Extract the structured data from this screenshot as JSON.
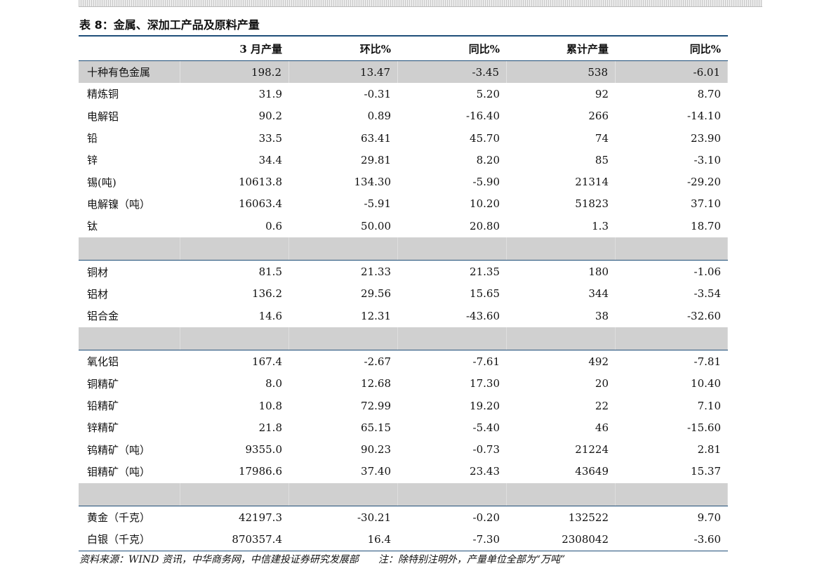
{
  "title": "表 8：金属、深加工产品及原料产量",
  "columns": [
    "",
    "3 月产量",
    "环比%",
    "同比%",
    "累计产量",
    "同比%"
  ],
  "sections": [
    {
      "rows": [
        {
          "name": "十种有色金属",
          "values": [
            "198.2",
            "13.47",
            "-3.45",
            "538",
            "-6.01"
          ],
          "shaded": true
        },
        {
          "name": "精炼铜",
          "values": [
            "31.9",
            "-0.31",
            "5.20",
            "92",
            "8.70"
          ]
        },
        {
          "name": "电解铝",
          "values": [
            "90.2",
            "0.89",
            "-16.40",
            "266",
            "-14.10"
          ]
        },
        {
          "name": "铅",
          "values": [
            "33.5",
            "63.41",
            "45.70",
            "74",
            "23.90"
          ]
        },
        {
          "name": "锌",
          "values": [
            "34.4",
            "29.81",
            "8.20",
            "85",
            "-3.10"
          ]
        },
        {
          "name": "锡(吨)",
          "values": [
            "10613.8",
            "134.30",
            "-5.90",
            "21314",
            "-29.20"
          ]
        },
        {
          "name": "电解镍（吨）",
          "values": [
            "16063.4",
            "-5.91",
            "10.20",
            "51823",
            "37.10"
          ]
        },
        {
          "name": "钛",
          "values": [
            "0.6",
            "50.00",
            "20.80",
            "1.3",
            "18.70"
          ]
        }
      ]
    },
    {
      "rows": [
        {
          "name": "铜材",
          "values": [
            "81.5",
            "21.33",
            "21.35",
            "180",
            "-1.06"
          ]
        },
        {
          "name": "铝材",
          "values": [
            "136.2",
            "29.56",
            "15.65",
            "344",
            "-3.54"
          ]
        },
        {
          "name": "铝合金",
          "values": [
            "14.6",
            "12.31",
            "-43.60",
            "38",
            "-32.60"
          ]
        }
      ]
    },
    {
      "rows": [
        {
          "name": "氧化铝",
          "values": [
            "167.4",
            "-2.67",
            "-7.61",
            "492",
            "-7.81"
          ]
        },
        {
          "name": "铜精矿",
          "values": [
            "8.0",
            "12.68",
            "17.30",
            "20",
            "10.40"
          ]
        },
        {
          "name": "铅精矿",
          "values": [
            "10.8",
            "72.99",
            "19.20",
            "22",
            "7.10"
          ]
        },
        {
          "name": "锌精矿",
          "values": [
            "21.8",
            "65.15",
            "-5.40",
            "46",
            "-15.60"
          ]
        },
        {
          "name": "钨精矿（吨）",
          "values": [
            "9355.0",
            "90.23",
            "-0.73",
            "21224",
            "2.81"
          ]
        },
        {
          "name": "钼精矿（吨）",
          "values": [
            "17986.6",
            "37.40",
            "23.43",
            "43649",
            "15.37"
          ]
        }
      ]
    },
    {
      "rows": [
        {
          "name": "黄金（千克）",
          "values": [
            "42197.3",
            "-30.21",
            "-0.20",
            "132522",
            "9.70"
          ]
        },
        {
          "name": "白银（千克）",
          "values": [
            "870357.4",
            "16.4",
            "-7.30",
            "2308042",
            "-3.60"
          ]
        }
      ]
    }
  ],
  "source": "资料来源：WIND 资讯，中华商务网，中信建投证券研究发展部　　注：除特别注明外，产量单位全部为“万吨”",
  "colors": {
    "rule": "#1f4e79",
    "shade": "#cfcfcf"
  }
}
